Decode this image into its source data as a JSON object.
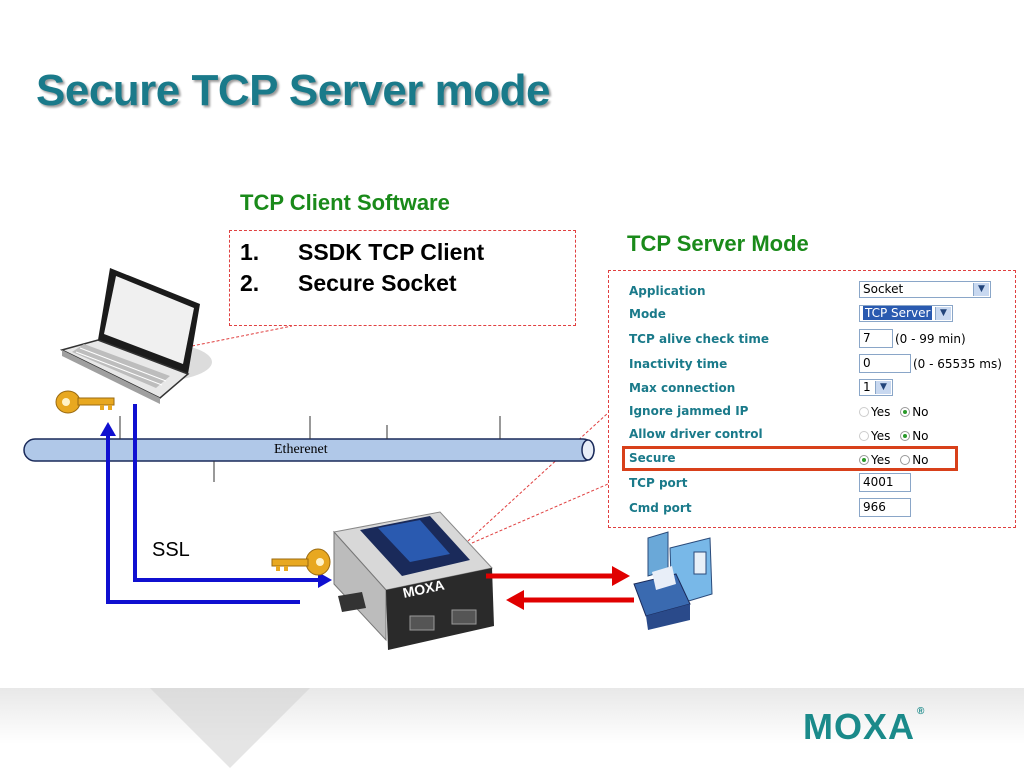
{
  "slide": {
    "title": "Secure TCP Server mode",
    "client_heading": "TCP Client Software",
    "client_items": [
      {
        "num": "1.",
        "text": "SSDK TCP Client"
      },
      {
        "num": "2.",
        "text": "Secure Socket"
      }
    ],
    "server_heading": "TCP Server Mode",
    "ethernet_label": "Etherenet",
    "ssl_label": "SSL",
    "device_brand": "MOXA",
    "footer_logo": "MOXA",
    "footer_logo_mark": "®"
  },
  "settings": {
    "application": {
      "label": "Application",
      "value": "Socket"
    },
    "mode": {
      "label": "Mode",
      "value": "TCP Server"
    },
    "tcp_alive": {
      "label": "TCP alive check time",
      "value": "7",
      "hint": "(0 - 99 min)"
    },
    "inactivity": {
      "label": "Inactivity time",
      "value": "0",
      "hint": "(0 - 65535 ms)"
    },
    "max_connection": {
      "label": "Max connection",
      "value": "1"
    },
    "ignore_jammed": {
      "label": "Ignore jammed IP",
      "yes": "Yes",
      "no": "No",
      "selected": "No"
    },
    "allow_driver": {
      "label": "Allow driver control",
      "yes": "Yes",
      "no": "No",
      "selected": "No"
    },
    "secure": {
      "label": "Secure",
      "yes": "Yes",
      "no": "No",
      "selected": "Yes"
    },
    "tcp_port": {
      "label": "TCP port",
      "value": "4001"
    },
    "cmd_port": {
      "label": "Cmd port",
      "value": "966"
    }
  },
  "colors": {
    "title": "#1a7a8a",
    "heading_green": "#1a8a1a",
    "form_label": "#1a7a8a",
    "highlight": "#d8401a",
    "ssl_line": "#1010d0",
    "serial_arrow": "#e00000",
    "logo": "#1a8a8a"
  },
  "icons": [
    "laptop-icon",
    "key-icon",
    "device-server-icon",
    "machine-icon"
  ]
}
